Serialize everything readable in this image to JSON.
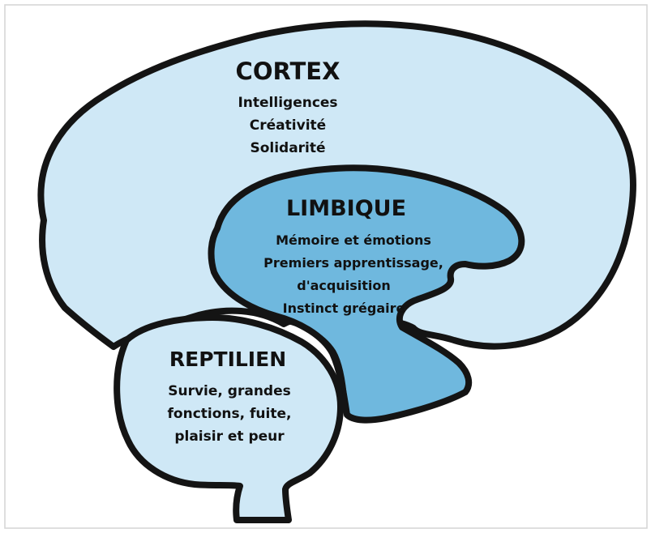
{
  "colors": {
    "cortex": "#cfe8f6",
    "limbique": "#6fb8de",
    "reptilien": "#cfe8f6",
    "outline": "#141414"
  },
  "cortex": {
    "title": "CORTEX",
    "lines": [
      "Intelligences",
      "Créativité",
      "Solidarité"
    ]
  },
  "limbique": {
    "title": "LIMBIQUE",
    "lines": [
      "Mémoire et émotions",
      "Premiers apprentissage,",
      "d'acquisition",
      "Instinct grégaire"
    ]
  },
  "reptilien": {
    "title": "REPTILIEN",
    "lines": [
      "Survie, grandes",
      "fonctions, fuite,",
      "plaisir et peur"
    ]
  }
}
